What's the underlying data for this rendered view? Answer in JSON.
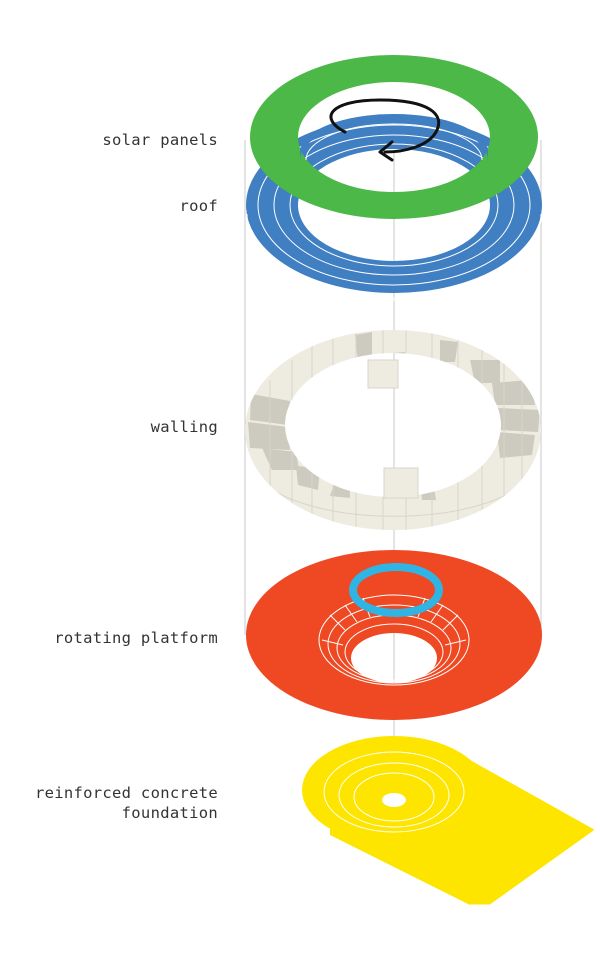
{
  "labels": {
    "solar_panels": "solar panels",
    "roof": "roof",
    "walling": "walling",
    "rotating_platform": "rotating platform",
    "foundation_line1": "reinforced concrete",
    "foundation_line2": "foundation"
  },
  "colors": {
    "solar_panels": "#4cb848",
    "roof": "#3f7fc2",
    "walling": "#eeebe1",
    "walling_shade": "#cdcbc0",
    "rotating_platform": "#ef4923",
    "platform_ring": "#2fb4e4",
    "foundation": "#fde500",
    "guide_lines": "#c8c8c8",
    "rotation_arrow": "#111111",
    "label_text": "#333333"
  },
  "icons": {
    "rotation": "rotation-arrow-icon"
  }
}
